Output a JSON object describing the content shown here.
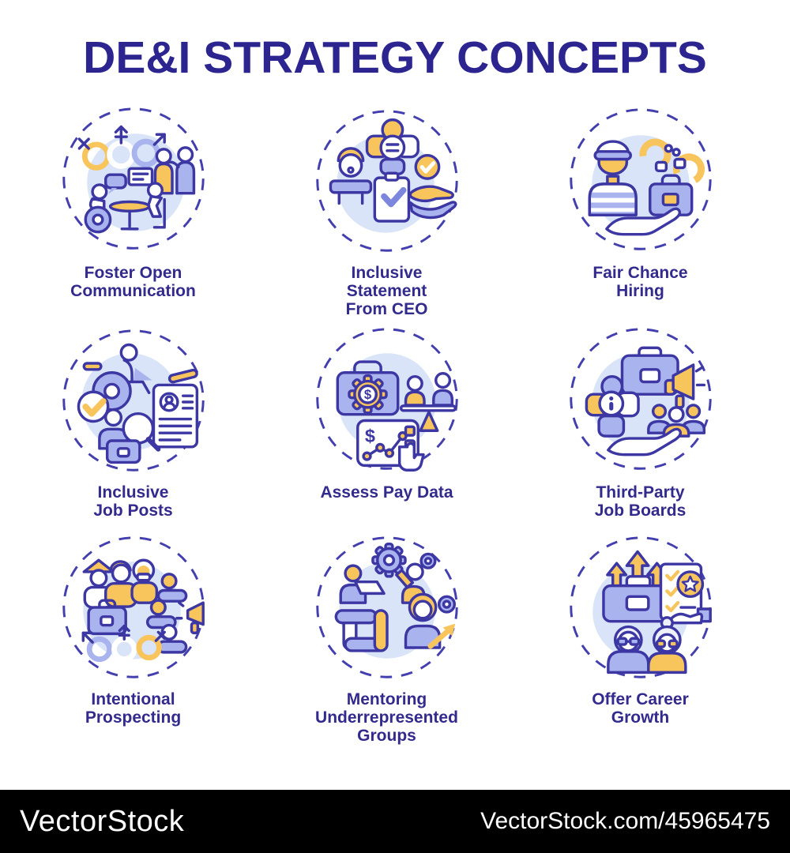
{
  "title": "DE&I STRATEGY CONCEPTS",
  "colors": {
    "title_text": "#2c2590",
    "label_text": "#322a8c",
    "outline": "#3c37a3",
    "accent_yellow": "#f8c55d",
    "accent_periwinkle": "#a9b3ee",
    "circle_background": "#d9e4f8",
    "watermark_bar": "#000000",
    "watermark_text": "#ffffff"
  },
  "concepts": [
    {
      "label": "Foster Open\nCommunication",
      "icon": "foster-open-communication-icon"
    },
    {
      "label": "Inclusive\nStatement\nFrom CEO",
      "icon": "inclusive-statement-from-ceo-icon"
    },
    {
      "label": "Fair Chance\nHiring",
      "icon": "fair-chance-hiring-icon"
    },
    {
      "label": "Inclusive\nJob Posts",
      "icon": "inclusive-job-posts-icon"
    },
    {
      "label": "Assess Pay Data",
      "icon": "assess-pay-data-icon"
    },
    {
      "label": "Third-Party\nJob Boards",
      "icon": "third-party-job-boards-icon"
    },
    {
      "label": "Intentional\nProspecting",
      "icon": "intentional-prospecting-icon"
    },
    {
      "label": "Mentoring\nUnderrepresented\nGroups",
      "icon": "mentoring-underrepresented-groups-icon"
    },
    {
      "label": "Offer Career\nGrowth",
      "icon": "offer-career-growth-icon"
    }
  ],
  "watermark": {
    "brand": "VectorStock",
    "url": "VectorStock.com/45965475"
  }
}
